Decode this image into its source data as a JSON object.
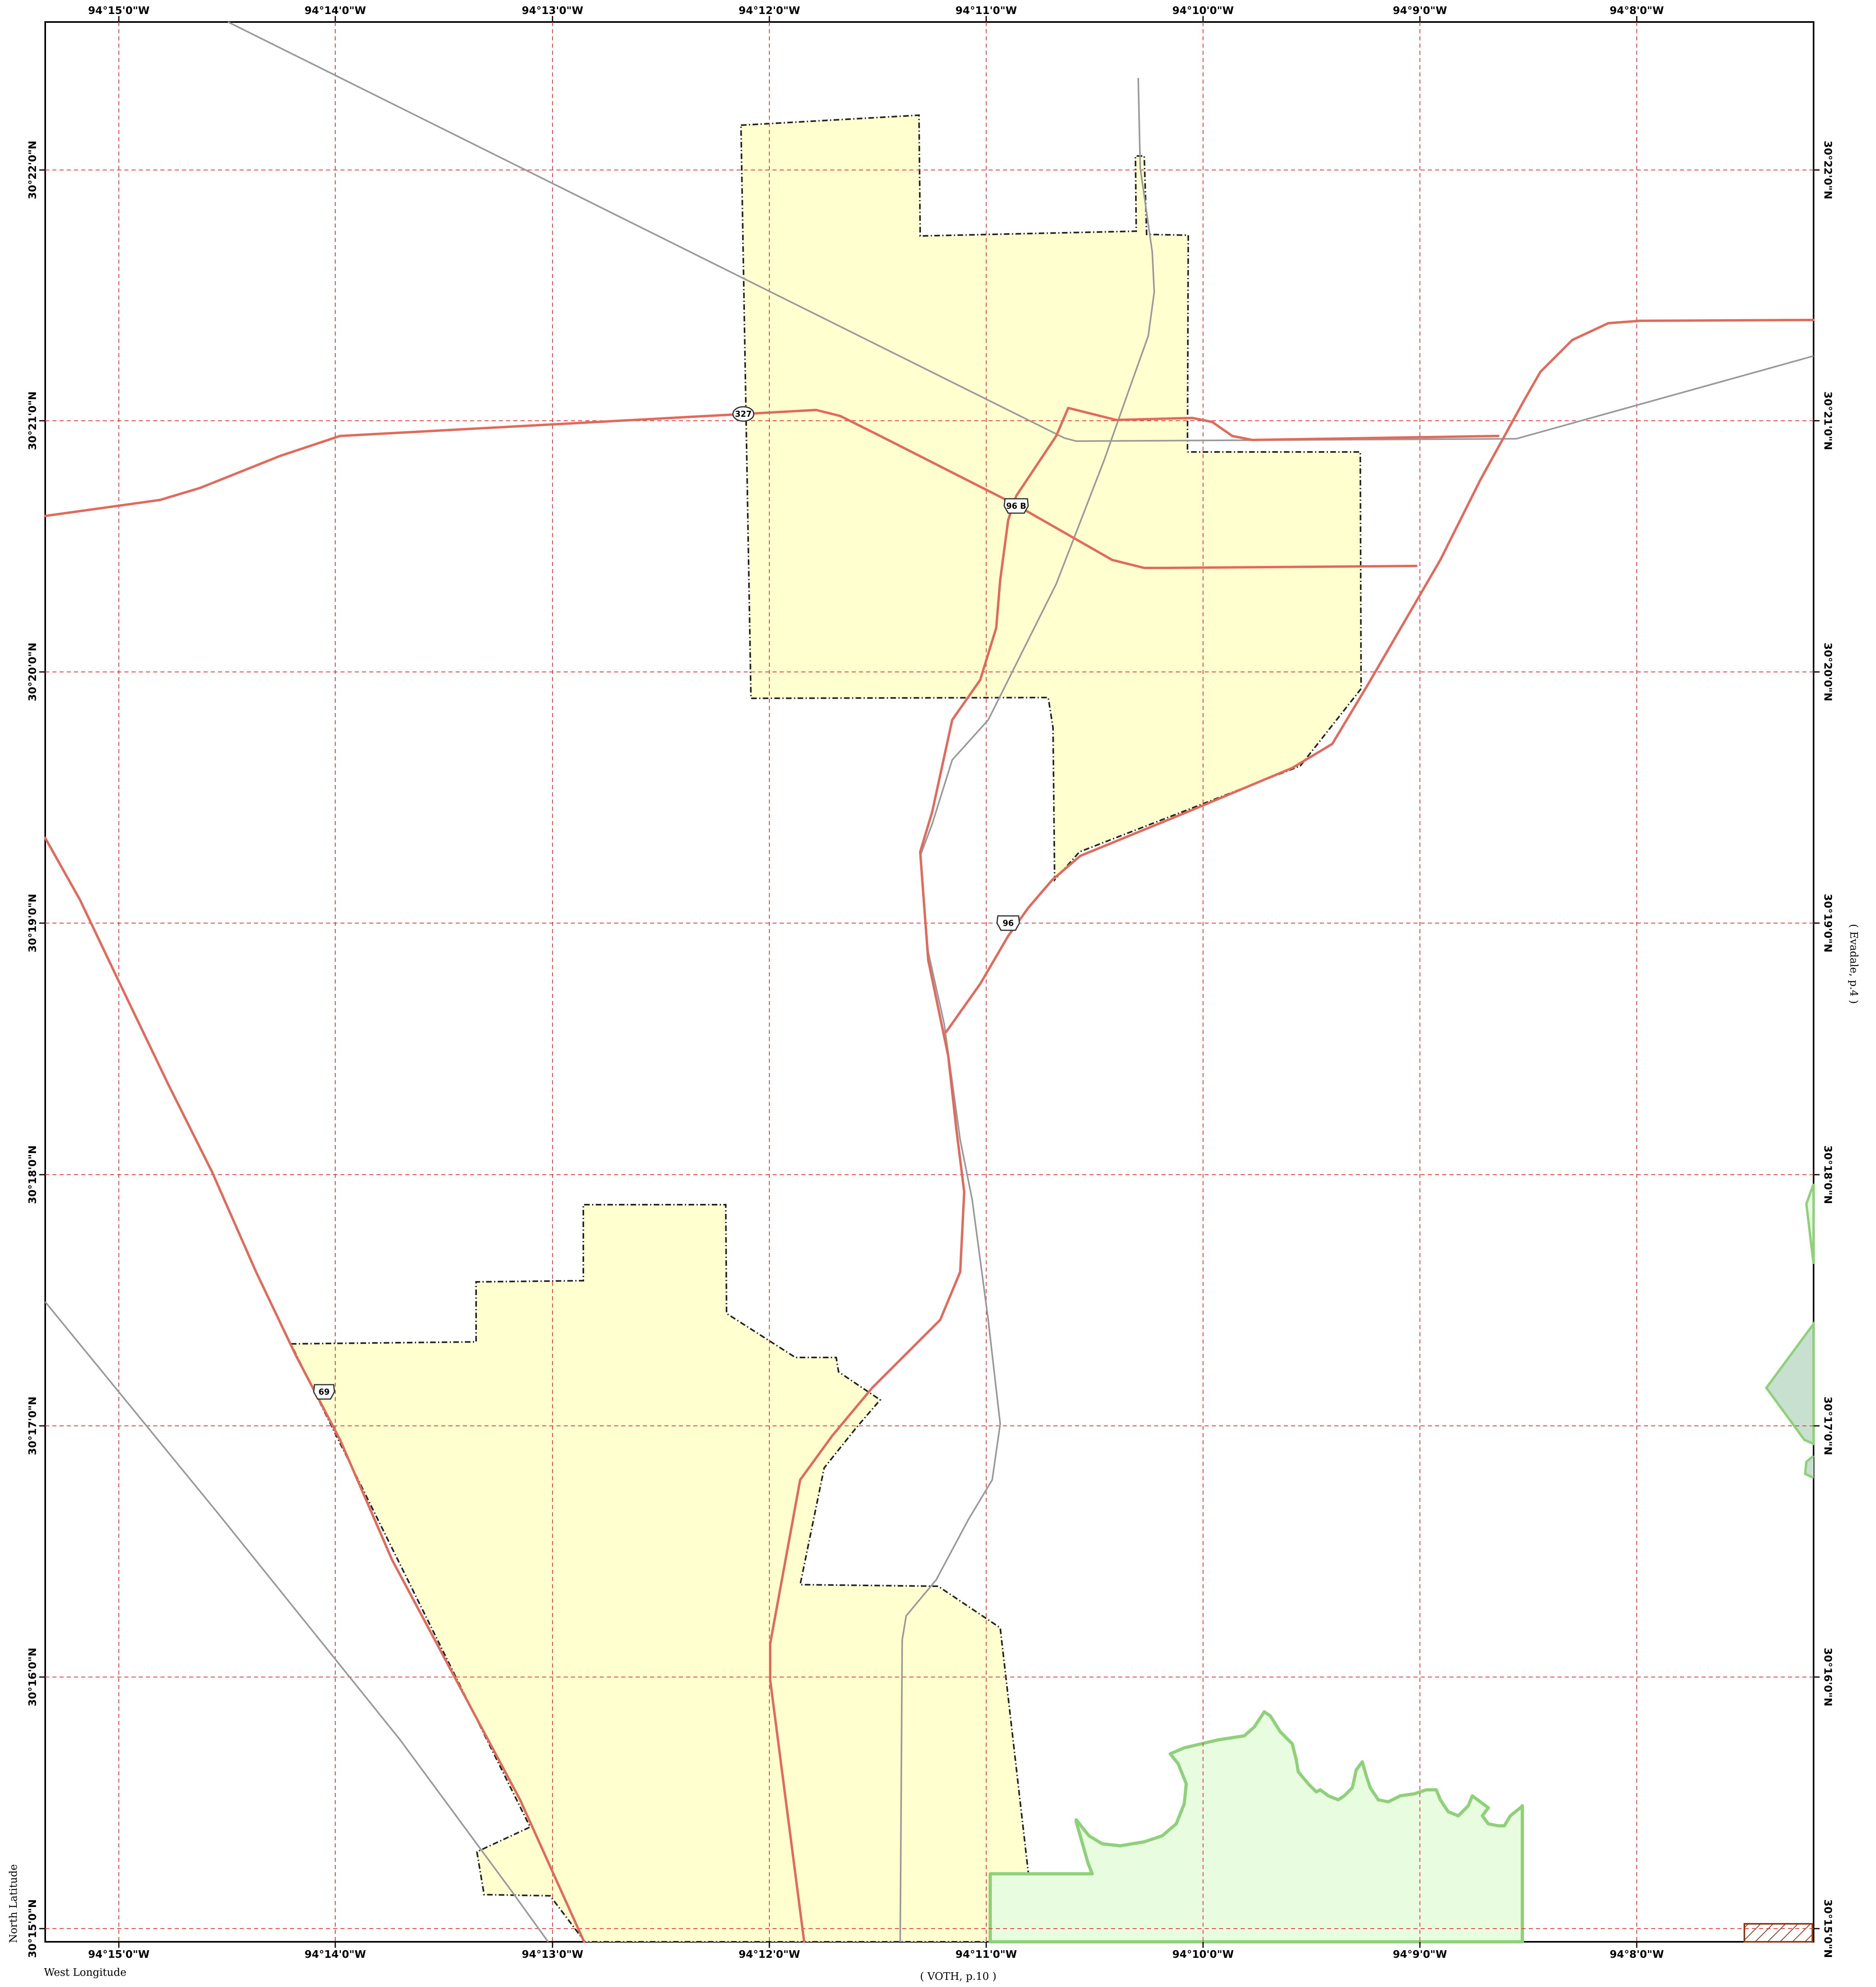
{
  "map": {
    "top_labels": [
      "94°15'0\"W",
      "94°14'0\"W",
      "94°13'0\"W",
      "94°12'0\"W",
      "94°11'0\"W",
      "94°10'0\"W",
      "94°9'0\"W",
      "94°8'0\"W"
    ],
    "bottom_labels": [
      "94°15'0\"W",
      "94°14'0\"W",
      "94°13'0\"W",
      "94°12'0\"W",
      "94°11'0\"W",
      "94°10'0\"W",
      "94°9'0\"W",
      "94°8'0\"W"
    ],
    "left_labels": [
      "30°22'0\"N",
      "30°21'0\"N",
      "30°20'0\"N",
      "30°19'0\"N",
      "30°18'0\"N",
      "30°17'0\"N",
      "30°16'0\"N",
      "30°15'0\"N"
    ],
    "right_labels": [
      "30°22'0\"N",
      "30°21'0\"N",
      "30°20'0\"N",
      "30°19'0\"N",
      "30°18'0\"N",
      "30°17'0\"N",
      "30°16'0\"N",
      "30°15'0\"N"
    ],
    "adjacent_right": "( Evadale, p.4 )",
    "adjacent_bottom": "( VOTH, p.10 )",
    "north_latitude": "North Latitude",
    "west_longitude": "West Longitude",
    "shields": [
      {
        "label": "327"
      },
      {
        "label": "96 B"
      },
      {
        "label": "96"
      },
      {
        "label": "69"
      }
    ],
    "colors": {
      "city_fill": "#ffffd0",
      "park_fill": "#e8fce0",
      "park_stroke": "#8fd17a",
      "wetland_fill": "#c8e0d0",
      "road": "#e06a5c",
      "rail": "#999999",
      "grid": "#e23b3b"
    }
  }
}
